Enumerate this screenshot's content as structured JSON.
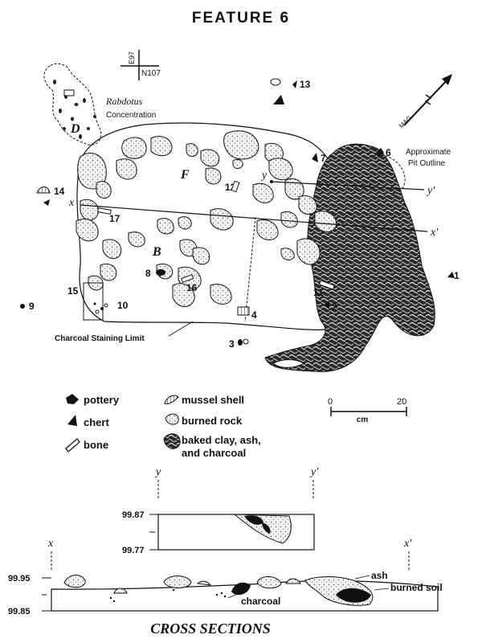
{
  "title": "FEATURE 6",
  "grid_marker": {
    "east": "E97",
    "north": "N107"
  },
  "mag": "MAG",
  "labels": {
    "rabdotus_title": "Rabdotus",
    "rabdotus_sub": "Concentration",
    "area_d": "D",
    "area_f": "F",
    "area_b": "B",
    "pit_line1": "Approximate",
    "pit_line2": "Pit Outline",
    "charcoal_limit": "Charcoal Staining Limit"
  },
  "section_lines": {
    "x": "x",
    "x_prime": "x'",
    "y": "y",
    "y_prime": "y'"
  },
  "item_numbers": [
    "1",
    "2",
    "3",
    "4",
    "6",
    "7",
    "8",
    "9",
    "10",
    "11",
    "12",
    "13",
    "14",
    "15",
    "16",
    "17"
  ],
  "legend": {
    "pottery": "pottery",
    "chert": "chert",
    "bone": "bone",
    "mussel": "mussel shell",
    "burned_rock": "burned rock",
    "baked_line1": "baked clay, ash,",
    "baked_line2": "and charcoal"
  },
  "scale": {
    "start": "0",
    "end": "20",
    "unit": "cm"
  },
  "profile_y": {
    "left": "y",
    "right": "y'",
    "top": "99.87",
    "bottom": "99.77"
  },
  "profile_x": {
    "left": "x",
    "right": "x'",
    "top": "99.95",
    "bottom": "99.85",
    "ash": "ash",
    "burned_soil": "burned soil",
    "charcoal": "charcoal"
  },
  "footer": "CROSS SECTIONS"
}
